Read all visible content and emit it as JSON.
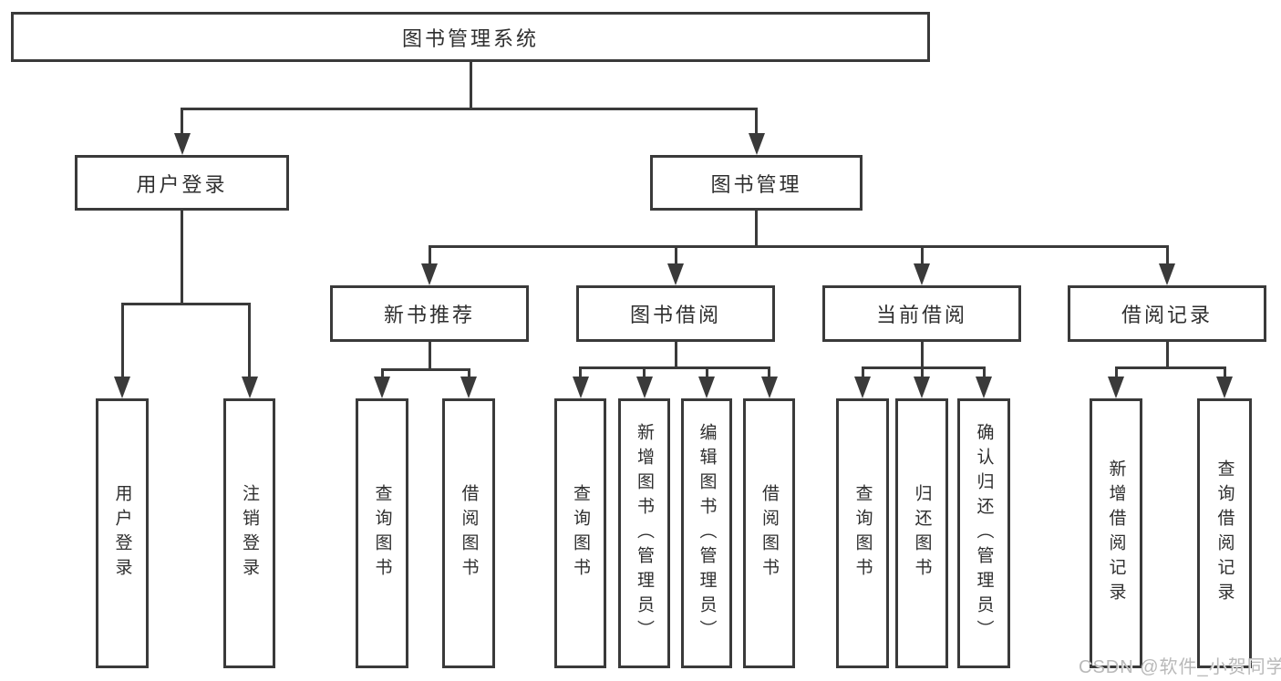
{
  "colors": {
    "line": "#3a3a3a",
    "text": "#2f2f2f",
    "background": "#ffffff",
    "watermark": "#b9b9b9"
  },
  "watermark": {
    "text": "CSDN @软件_小贺同学"
  },
  "diagram": {
    "type": "hierarchy-tree",
    "title": "图书管理系统",
    "nodes": {
      "root": {
        "label": "图书管理系统",
        "children": [
          "user-login",
          "book-mgmt"
        ]
      },
      "user-login": {
        "label": "用户登录",
        "children": [
          "leaf-user-login",
          "leaf-logout"
        ]
      },
      "book-mgmt": {
        "label": "图书管理",
        "children": [
          "new-book-rec",
          "book-borrow",
          "current-borrow",
          "borrow-records"
        ]
      },
      "new-book-rec": {
        "label": "新书推荐",
        "children": [
          "nb-query",
          "nb-borrow"
        ]
      },
      "book-borrow": {
        "label": "图书借阅",
        "children": [
          "bb-query",
          "bb-add",
          "bb-edit",
          "bb-borrow"
        ]
      },
      "current-borrow": {
        "label": "当前借阅",
        "children": [
          "cb-query",
          "cb-return",
          "cb-confirm"
        ]
      },
      "borrow-records": {
        "label": "借阅记录",
        "children": [
          "br-add",
          "br-query"
        ]
      },
      "leaf-user-login": {
        "label": "用户登录"
      },
      "leaf-logout": {
        "label": "注销登录"
      },
      "nb-query": {
        "label": "查询图书"
      },
      "nb-borrow": {
        "label": "借阅图书"
      },
      "bb-query": {
        "label": "查询图书"
      },
      "bb-add": {
        "label": "新增图书（管理员）"
      },
      "bb-edit": {
        "label": "编辑图书（管理员）"
      },
      "bb-borrow": {
        "label": "借阅图书"
      },
      "cb-query": {
        "label": "查询图书"
      },
      "cb-return": {
        "label": "归还图书"
      },
      "cb-confirm": {
        "label": "确认归还（管理员）"
      },
      "br-add": {
        "label": "新增借阅记录"
      },
      "br-query": {
        "label": "查询借阅记录"
      }
    }
  }
}
